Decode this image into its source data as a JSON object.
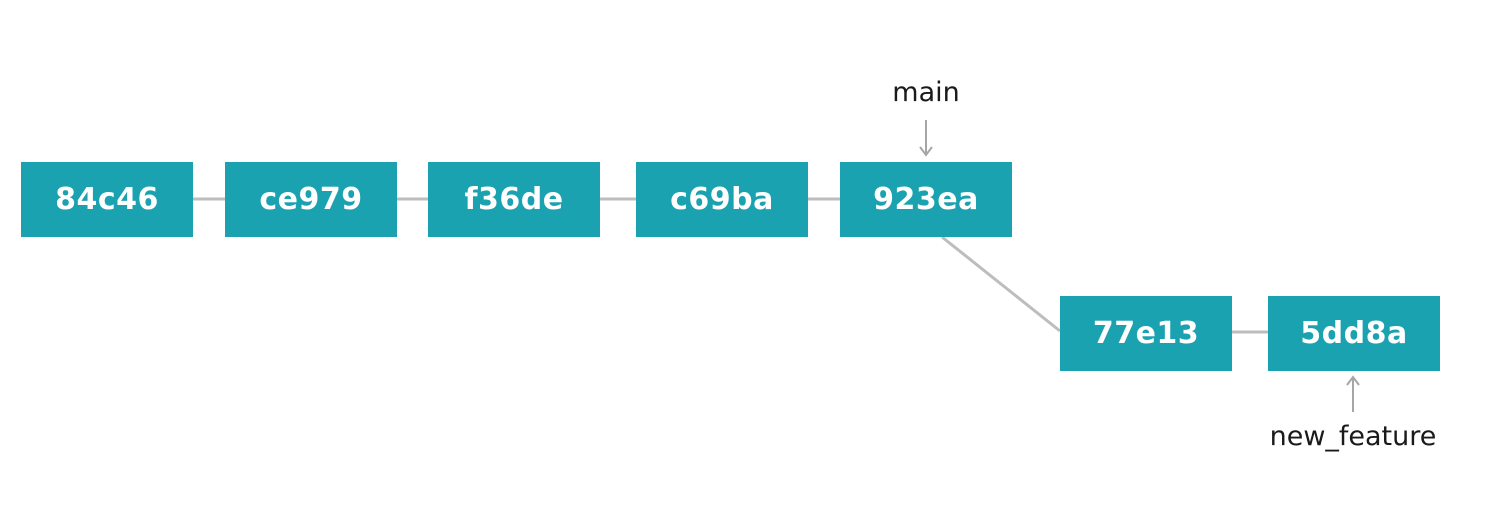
{
  "diagram": {
    "commits": [
      {
        "id": "c1",
        "hash": "84c46"
      },
      {
        "id": "c2",
        "hash": "ce979"
      },
      {
        "id": "c3",
        "hash": "f36de"
      },
      {
        "id": "c4",
        "hash": "c69ba"
      },
      {
        "id": "c5",
        "hash": "923ea"
      },
      {
        "id": "c6",
        "hash": "77e13"
      },
      {
        "id": "c7",
        "hash": "5dd8a"
      }
    ],
    "branches": {
      "main": {
        "label": "main",
        "points_to": "923ea"
      },
      "feature": {
        "label": "new_feature",
        "points_to": "5dd8a"
      }
    },
    "colors": {
      "commit_fill": "#1ba2b0",
      "commit_text": "#ffffff",
      "connector": "#bdbdbd",
      "arrow": "#a6a6a6",
      "label_text": "#1a1a1a"
    }
  }
}
